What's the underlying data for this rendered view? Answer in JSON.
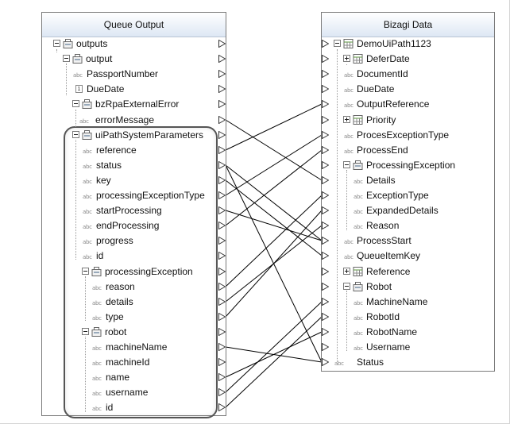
{
  "left_panel": {
    "title": "Queue Output",
    "items": [
      {
        "label": "outputs",
        "icon": "folder-icon",
        "toggle": "minus"
      },
      {
        "label": "output",
        "icon": "folder-icon",
        "toggle": "minus"
      },
      {
        "label": "PassportNumber",
        "icon": "abc-icon"
      },
      {
        "label": "DueDate",
        "icon": "number-icon"
      },
      {
        "label": "bzRpaExternalError",
        "icon": "folder-icon",
        "toggle": "minus"
      },
      {
        "label": "errorMessage",
        "icon": "abc-icon"
      },
      {
        "label": "uiPathSystemParameters",
        "icon": "folder-icon",
        "toggle": "minus"
      },
      {
        "label": "reference",
        "icon": "abc-icon"
      },
      {
        "label": "status",
        "icon": "abc-icon"
      },
      {
        "label": "key",
        "icon": "abc-icon"
      },
      {
        "label": "processingExceptionType",
        "icon": "abc-icon"
      },
      {
        "label": "startProcessing",
        "icon": "abc-icon"
      },
      {
        "label": "endProcessing",
        "icon": "abc-icon"
      },
      {
        "label": "progress",
        "icon": "abc-icon"
      },
      {
        "label": "id",
        "icon": "abc-icon"
      },
      {
        "label": "processingException",
        "icon": "folder-icon",
        "toggle": "minus"
      },
      {
        "label": "reason",
        "icon": "abc-icon"
      },
      {
        "label": "details",
        "icon": "abc-icon"
      },
      {
        "label": "type",
        "icon": "abc-icon"
      },
      {
        "label": "robot",
        "icon": "folder-icon",
        "toggle": "minus"
      },
      {
        "label": "machineName",
        "icon": "abc-icon"
      },
      {
        "label": "machineId",
        "icon": "abc-icon"
      },
      {
        "label": "name",
        "icon": "abc-icon"
      },
      {
        "label": "username",
        "icon": "abc-icon"
      },
      {
        "label": "id",
        "icon": "abc-icon"
      }
    ]
  },
  "right_panel": {
    "title": "Bizagi Data",
    "items": [
      {
        "label": "DemoUiPath1123",
        "icon": "table-icon",
        "toggle": "minus"
      },
      {
        "label": "DeferDate",
        "icon": "table-icon",
        "toggle": "plus"
      },
      {
        "label": "DocumentId",
        "icon": "abc-icon"
      },
      {
        "label": "DueDate",
        "icon": "abc-icon"
      },
      {
        "label": "OutputReference",
        "icon": "abc-icon"
      },
      {
        "label": "Priority",
        "icon": "table-icon",
        "toggle": "plus"
      },
      {
        "label": "ProcesExceptionType",
        "icon": "abc-icon"
      },
      {
        "label": "ProcessEnd",
        "icon": "abc-icon"
      },
      {
        "label": "ProcessingException",
        "icon": "folder-icon",
        "toggle": "minus"
      },
      {
        "label": "Details",
        "icon": "abc-icon"
      },
      {
        "label": "ExceptionType",
        "icon": "abc-icon"
      },
      {
        "label": "ExpandedDetails",
        "icon": "abc-icon"
      },
      {
        "label": "Reason",
        "icon": "abc-icon"
      },
      {
        "label": "ProcessStart",
        "icon": "abc-icon"
      },
      {
        "label": "QueueItemKey",
        "icon": "abc-icon"
      },
      {
        "label": "Reference",
        "icon": "table-icon",
        "toggle": "plus"
      },
      {
        "label": "Robot",
        "icon": "folder-icon",
        "toggle": "minus"
      },
      {
        "label": "MachineName",
        "icon": "abc-icon"
      },
      {
        "label": "RobotId",
        "icon": "abc-icon"
      },
      {
        "label": "RobotName",
        "icon": "abc-icon"
      },
      {
        "label": "Username",
        "icon": "abc-icon"
      },
      {
        "label": "Status",
        "icon": "abc-icon"
      }
    ]
  },
  "mappings": [
    {
      "from": "errorMessage",
      "to": "Details"
    },
    {
      "from": "reference",
      "to": "OutputReference"
    },
    {
      "from": "status",
      "to": "ProcessStart"
    },
    {
      "from": "status",
      "to": "Status"
    },
    {
      "from": "key",
      "to": "QueueItemKey"
    },
    {
      "from": "processingExceptionType",
      "to": "ProcesExceptionType"
    },
    {
      "from": "startProcessing",
      "to": "ProcessStart"
    },
    {
      "from": "endProcessing",
      "to": "ProcessEnd"
    },
    {
      "from": "reason",
      "to": "ExceptionType"
    },
    {
      "from": "details",
      "to": "Reason"
    },
    {
      "from": "type",
      "to": "ExpandedDetails"
    },
    {
      "from": "machineName",
      "to": "Status"
    },
    {
      "from": "name",
      "to": "RobotName"
    },
    {
      "from": "username",
      "to": "MachineName"
    },
    {
      "from": "id",
      "to": "RobotId"
    }
  ],
  "colors": {
    "panel_border": "#7a7a7a",
    "header_bottom": "#dde7f4",
    "line": "#000000",
    "group_border": "#555555"
  }
}
